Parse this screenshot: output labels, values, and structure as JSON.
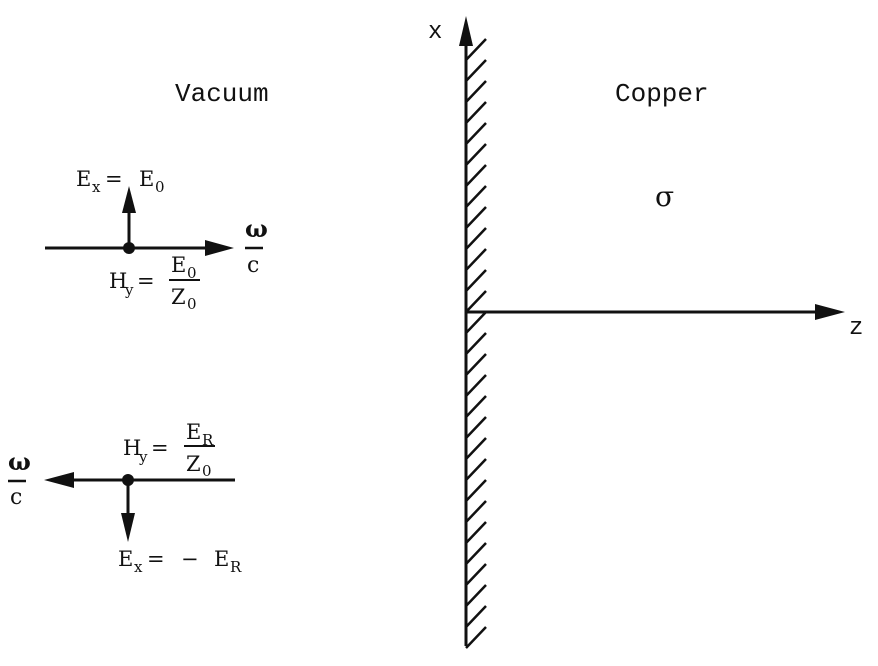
{
  "regions": {
    "left": "Vacuum",
    "right": "Copper"
  },
  "conductivity_symbol": "σ",
  "axes": {
    "vertical": "x",
    "horizontal": "z"
  },
  "incident_wave": {
    "e_field": {
      "base": "E",
      "sub": "x",
      "eq": "=",
      "rhs_base": "E",
      "rhs_sub": "0"
    },
    "h_field": {
      "base": "H",
      "sub": "y",
      "eq": "=",
      "num_base": "E",
      "num_sub": "0",
      "den_base": "Z",
      "den_sub": "0"
    },
    "wavevector": {
      "num": "ω",
      "den": "c"
    },
    "direction": "+z"
  },
  "reflected_wave": {
    "e_field": {
      "base": "E",
      "sub": "x",
      "eq": "=",
      "sign": "−",
      "rhs_base": "E",
      "rhs_sub": "R"
    },
    "h_field": {
      "base": "H",
      "sub": "y",
      "eq": "=",
      "num_base": "E",
      "num_sub": "R",
      "den_base": "Z",
      "den_sub": "0"
    },
    "wavevector": {
      "num": "ω",
      "den": "c"
    },
    "direction": "-z"
  },
  "colors": {
    "ink": "#111111",
    "background": "#ffffff"
  }
}
